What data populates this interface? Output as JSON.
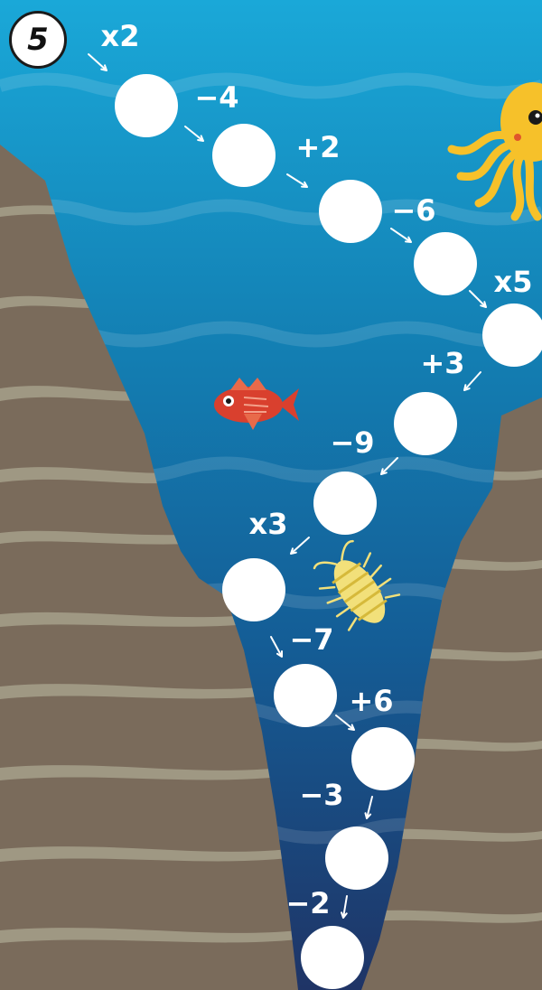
{
  "puzzle": {
    "start_value": "5",
    "operations": [
      "x2",
      "−4",
      "+2",
      "−6",
      "x5",
      "+3",
      "−9",
      "x3",
      "−7",
      "+6",
      "−3",
      "−2"
    ],
    "answer_circle_count": 12
  },
  "colors": {
    "rock": "#7a6b5b",
    "rock_streak": "#a6a08b",
    "water_top": "#1aa8d8",
    "water_deep": "#1f3466",
    "circle": "#ffffff",
    "text": "#ffffff",
    "octopus": "#f6c12a",
    "fish": "#d9402e",
    "isopod": "#f2e07a"
  },
  "icons": [
    "octopus-icon",
    "red-fish-icon",
    "isopod-icon",
    "arrow-icon"
  ]
}
